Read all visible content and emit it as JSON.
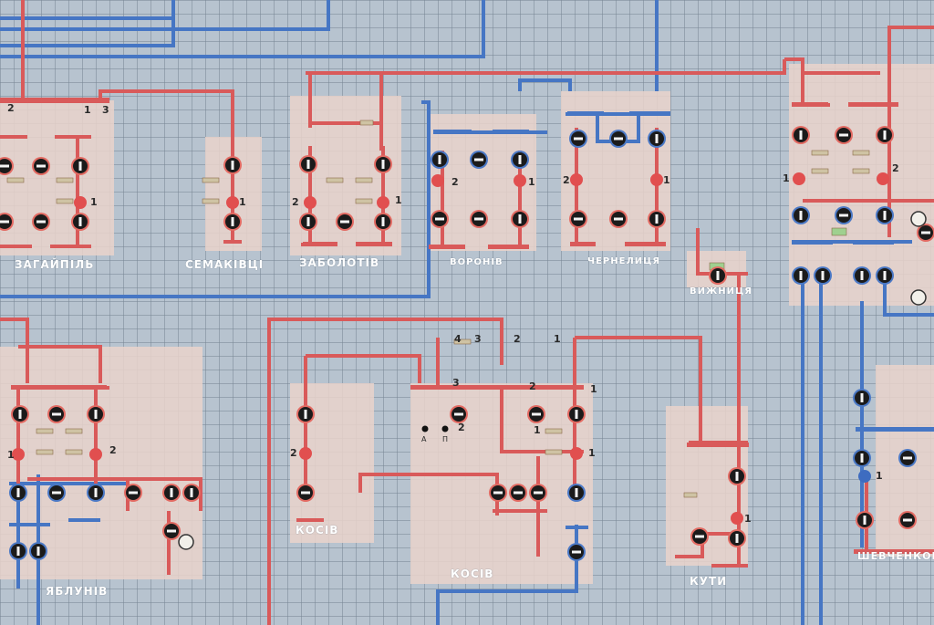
{
  "stations": {
    "zahaipil": "ЗАГАЙПІЛЬ",
    "semakivtsi": "СЕМАКІВЦІ",
    "zabolotiv": "ЗАБОЛОТІВ",
    "voroniv": "ВОРОНІВ",
    "chernelytsia": "ЧЕРНЕЛИЦЯ",
    "vyzhnytsia": "ВИЖНИЦЯ",
    "yabluniv": "ЯБЛУНІВ",
    "kosiv_small": "КОСІВ",
    "kosiv": "КОСІВ",
    "kuty": "КУТИ",
    "shevchenkovo": "ШЕВЧЕНКОВО"
  },
  "numbers": {
    "n1": "1",
    "n2": "2",
    "n3": "3",
    "n4": "4"
  },
  "markers": {
    "a": "А",
    "p": "П"
  },
  "colors": {
    "line_red": "#d95a5a",
    "line_blue": "#4676c4",
    "board": "#b7c3cf",
    "zone": "#ead3cb"
  }
}
